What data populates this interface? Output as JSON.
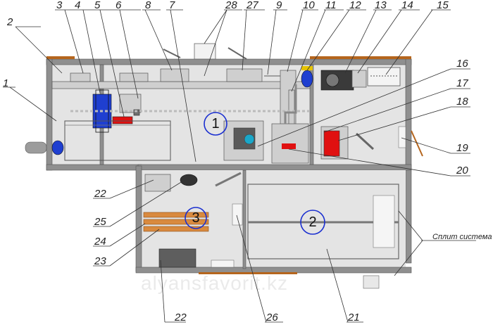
{
  "callouts": {
    "n1": "1",
    "n2": "2",
    "n3": "3",
    "n4": "4",
    "n5": "5",
    "n6": "6",
    "n7": "7",
    "n8": "8",
    "n9": "9",
    "n10": "10",
    "n11": "11",
    "n12": "12",
    "n13": "13",
    "n14": "14",
    "n15": "15",
    "n16": "16",
    "n17": "17",
    "n18": "18",
    "n19": "19",
    "n20": "20",
    "n21": "21",
    "n22a": "22",
    "n22b": "22",
    "n23": "23",
    "n24": "24",
    "n25": "25",
    "n26": "26",
    "n27": "27",
    "n28": "28"
  },
  "zones": {
    "z1": "1",
    "z2": "2",
    "z3": "3"
  },
  "split_system_label": "Сплит система",
  "watermark": "alyansfavorit.kz",
  "colors": {
    "wall": "#8f8f8f",
    "floor": "#e4e4e4",
    "accent_blue": "#1f3fd0",
    "accent_red": "#e01010",
    "roof_rust": "#b5651d",
    "zone_circle": "#1a2fd0"
  }
}
